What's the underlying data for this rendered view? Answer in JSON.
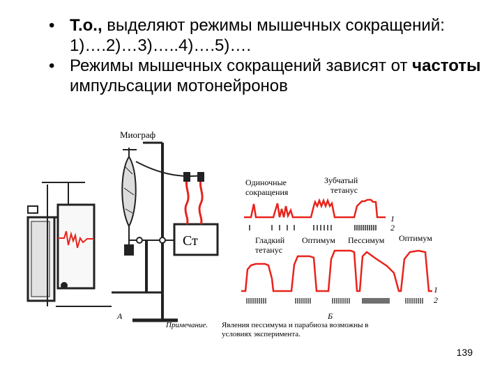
{
  "slide": {
    "bullets": [
      {
        "bold": "Т.о.,",
        "text": " выделяют режимы мышечных сокращений: 1)….2)…3)…..4)….5)…."
      },
      {
        "text_before": "Режимы мышечных сокращений зависят от ",
        "bold": "частоты",
        "text_after": " импульсации мотонейронов"
      }
    ],
    "page_number": "139"
  },
  "figure": {
    "miograph_label": "Миограф",
    "st_label": "Ст",
    "panel_a_label": "А",
    "panel_b_label": "Б",
    "top_labels": {
      "single_line1": "Одиночные",
      "single_line2": "сокращения",
      "serrated_line1": "Зубчатый",
      "serrated_line2": "тетанус"
    },
    "bottom_labels": {
      "smooth_line1": "Гладкий",
      "smooth_line2": "тетанус",
      "optimum1": "Оптимум",
      "pessimum": "Пессимум",
      "optimum2": "Оптимум"
    },
    "trace_numbers": {
      "top_1": "1",
      "top_2": "2",
      "bottom_1": "1",
      "bottom_2": "2"
    },
    "note_label": "Примечание.",
    "note_text_line1": "Явления пессимума и парабиоза возможны в",
    "note_text_line2": "условиях эксперимента.",
    "colors": {
      "trace": "#e8231b",
      "ink": "#222222"
    }
  }
}
